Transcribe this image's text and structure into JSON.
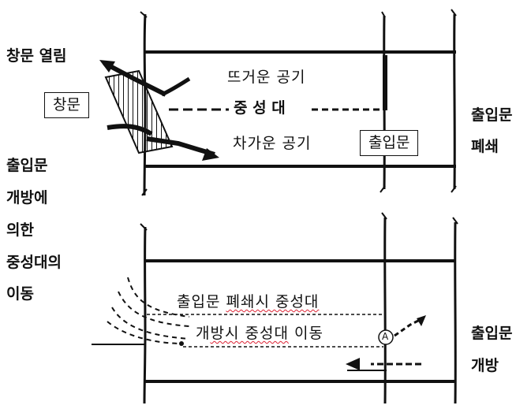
{
  "top_diagram": {
    "window_open": "창문 열림",
    "window_box": "창문",
    "hot_air": "뜨거운  공기",
    "neutral_zone": "중 성 대",
    "cold_air": "차가운  공기",
    "door_box": "출입문",
    "door_closed_l1": "출입문",
    "door_closed_l2": "폐쇄"
  },
  "side_caption": [
    "출입문",
    "개방에",
    "의한",
    "중성대의",
    "이동"
  ],
  "bottom_diagram": {
    "zone_closed_prefix": "출입문 ",
    "zone_closed_wavy": "폐쇄시 중성대",
    "zone_open_prefix": "개",
    "zone_open_wavy": "방시 중성대",
    "zone_open_suffix": " 이동",
    "point_a": "A",
    "door_open_l1": "출입문",
    "door_open_l2": "개방"
  }
}
